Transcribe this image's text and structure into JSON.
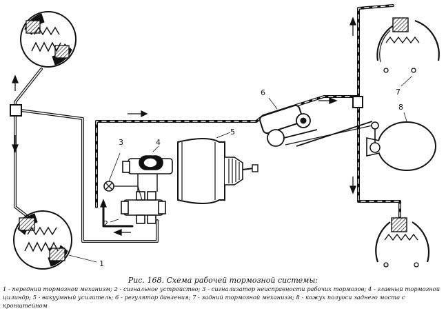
{
  "figure": {
    "caption": "Рис. 168. Схема рабочей тормозной системы:",
    "legend": "1 - передний тормозной механизм; 2 - сигнальное устройство; 3 - сигнализатор неисправности рабочих тормозов; 4 - главный тормозной цилиндр; 5 - вакуумный усилитель; 6 - регулятор давления; 7 - задний тормозной механизм; 8 - кожух полуоси заднего моста с кронштейном"
  },
  "labels": {
    "n1": "1",
    "n2": "2",
    "n3": "3",
    "n4": "4",
    "n5": "5",
    "n6": "6",
    "n7": "7",
    "n8": "8"
  }
}
